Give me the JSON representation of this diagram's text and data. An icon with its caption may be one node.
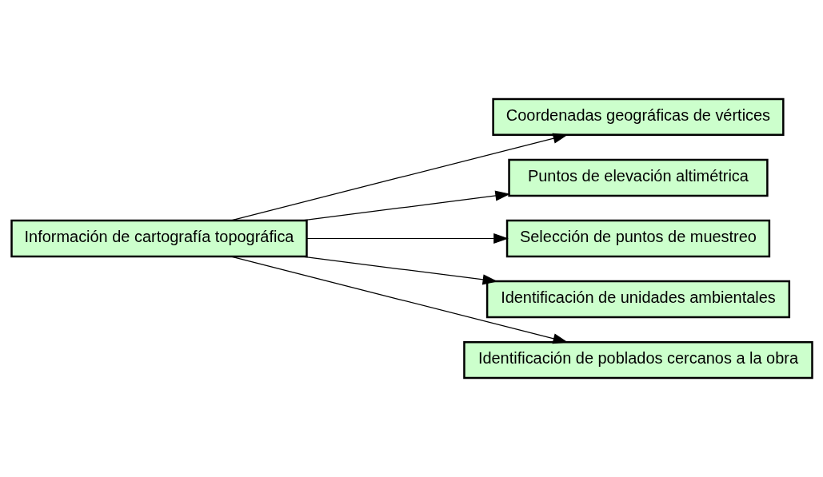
{
  "diagram": {
    "nodes": [
      {
        "text": [
          "Información de cartografía topográfica"
        ]
      },
      {
        "text": [
          "Coordenadas geográficas de vértices"
        ]
      },
      {
        "text": [
          "Puntos de elevación altimétrica"
        ]
      },
      {
        "text": [
          "Selección de puntos de muestreo"
        ]
      },
      {
        "text": [
          "Identificación de unidades ambientales"
        ]
      },
      {
        "text": [
          "Identificación de poblados cercanos a la obra"
        ]
      }
    ],
    "edges": [
      {
        "from": 0,
        "to": 1,
        "arrow": "to"
      },
      {
        "from": 0,
        "to": 2,
        "arrow": "to"
      },
      {
        "from": 0,
        "to": 3,
        "arrow": "to"
      },
      {
        "from": 0,
        "to": 4,
        "arrow": "to"
      },
      {
        "from": 0,
        "to": 5,
        "arrow": "to"
      }
    ]
  }
}
